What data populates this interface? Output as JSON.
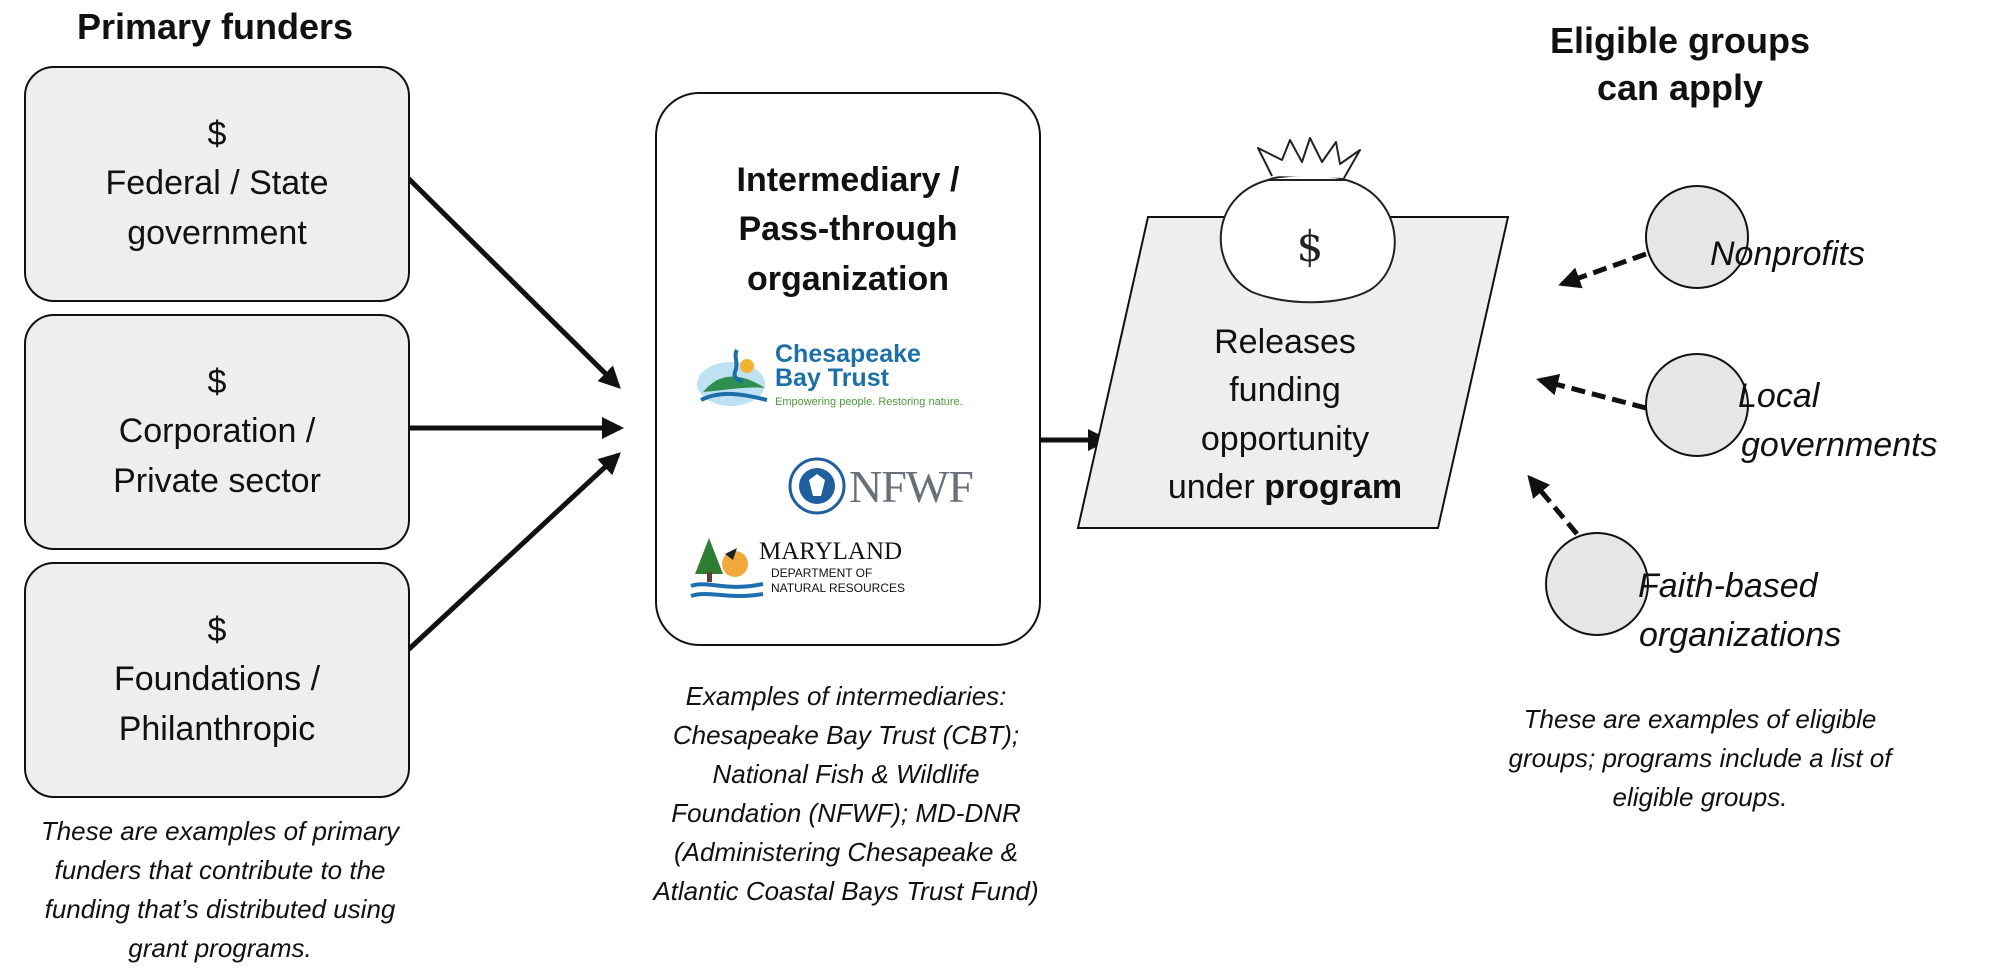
{
  "primary_funders": {
    "heading": "Primary funders",
    "boxes": [
      {
        "symbol": "$",
        "line1": "Federal / State",
        "line2": "government"
      },
      {
        "symbol": "$",
        "line1": "Corporation /",
        "line2": "Private sector"
      },
      {
        "symbol": "$",
        "line1": "Foundations /",
        "line2": "Philanthropic"
      }
    ],
    "caption": [
      "These are examples of primary",
      "funders that contribute to the",
      "funding that’s distributed using",
      "grant programs."
    ]
  },
  "intermediary": {
    "title": [
      "Intermediary /",
      "Pass-through",
      "organization"
    ],
    "logos": [
      {
        "name": "chesapeake-bay-trust",
        "line1": "Chesapeake",
        "line2": "Bay Trust",
        "tagline": "Empowering people. Restoring nature.",
        "color": "#1d6fa8",
        "tag_color": "#4b9a3c"
      },
      {
        "name": "nfwf",
        "text": "NFWF",
        "color": "#6a6f7a",
        "badge_color": "#1f5fa0"
      },
      {
        "name": "maryland-dnr",
        "line1": "MARYLAND",
        "line2": "DEPARTMENT OF",
        "line3": "NATURAL RESOURCES",
        "color": "#111111"
      }
    ],
    "caption": [
      "Examples of intermediaries:",
      "Chesapeake Bay Trust (CBT);",
      "National Fish & Wildlife",
      "Foundation (NFWF); MD-DNR",
      "(Administering Chesapeake &",
      "Atlantic Coastal Bays Trust Fund)"
    ]
  },
  "release": {
    "bag_symbol": "$",
    "line1": "Releases",
    "line2": "funding",
    "line3": "opportunity",
    "line4_prefix": "under ",
    "line4_bold": "program"
  },
  "eligible": {
    "heading": [
      "Eligible groups",
      "can apply"
    ],
    "groups": [
      {
        "line1": "Nonprofits",
        "line2": ""
      },
      {
        "line1": "Local",
        "line2": "governments"
      },
      {
        "line1": "Faith-based",
        "line2": "organizations"
      }
    ],
    "caption": [
      "These are examples of eligible",
      "groups; programs include a list of",
      "eligible groups."
    ]
  },
  "colors": {
    "box_fill": "#eeeeee",
    "stroke": "#111111",
    "circle_fill": "#e6e6e6"
  }
}
